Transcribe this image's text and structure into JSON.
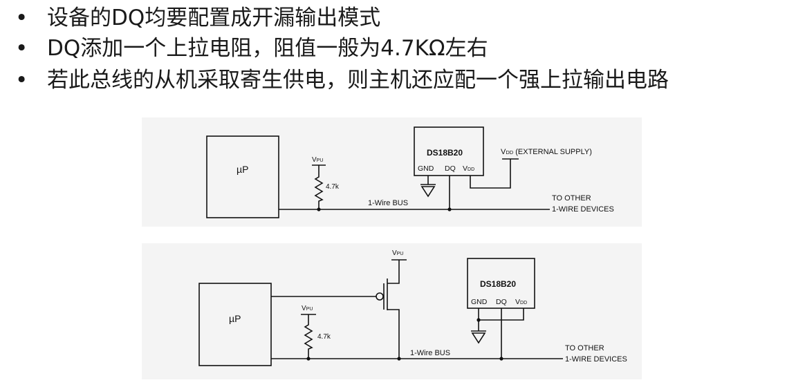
{
  "bullets": [
    "设备的DQ均要配置成开漏输出模式",
    "DQ添加一个上拉电阻，阻值一般为4.7KΩ左右",
    "若此总线的从机采取寄生供电，则主机还应配一个强上拉输出电路"
  ],
  "bullet_marker": "•",
  "diagram_top": {
    "mcu_label": "µP",
    "vpu_main": "V",
    "vpu_sub": "PU",
    "resistor_label": "4.7k",
    "bus_label": "1-Wire BUS",
    "chip_name": "DS18B20",
    "pin_gnd": "GND",
    "pin_dq": "DQ",
    "pin_vdd_main": "V",
    "pin_vdd_sub": "DD",
    "vdd_ext_main": "V",
    "vdd_ext_sub": "DD",
    "vdd_ext_suffix": " (EXTERNAL SUPPLY)",
    "to_other_line1": "TO OTHER",
    "to_other_line2": "1-WIRE DEVICES"
  },
  "diagram_bottom": {
    "mcu_label": "µP",
    "vpu_mosfet_main": "V",
    "vpu_mosfet_sub": "PU",
    "vpu_main": "V",
    "vpu_sub": "PU",
    "resistor_label": "4.7k",
    "bus_label": "1-Wire BUS",
    "chip_name": "DS18B20",
    "pin_gnd": "GND",
    "pin_dq": "DQ",
    "pin_vdd_main": "V",
    "pin_vdd_sub": "DD",
    "to_other_line1": "TO OTHER",
    "to_other_line2": "1-WIRE DEVICES"
  }
}
